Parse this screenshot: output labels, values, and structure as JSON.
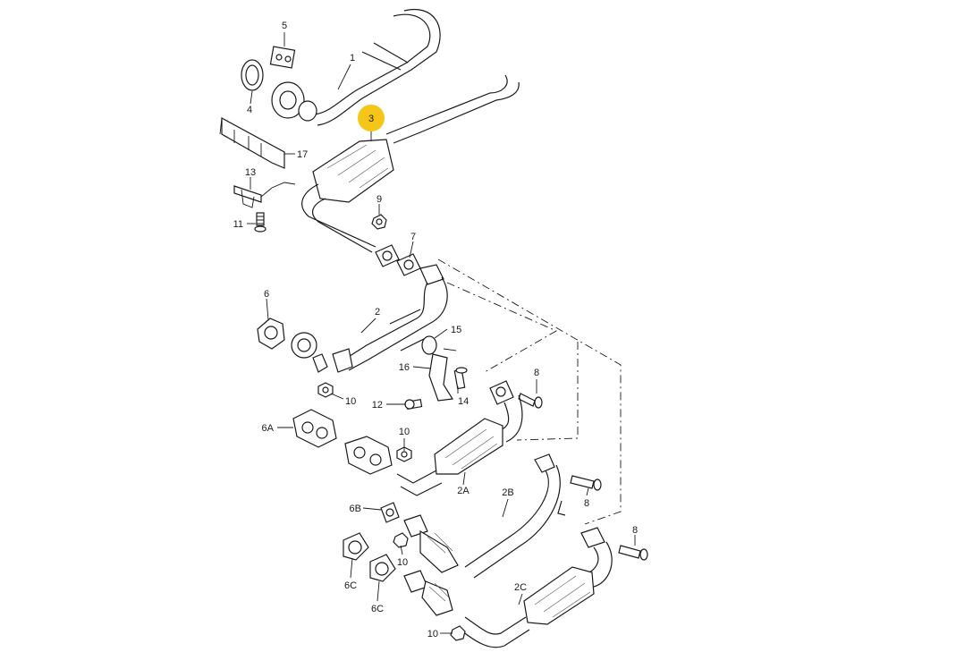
{
  "highlight": {
    "label": "3",
    "color": "#f5c518"
  },
  "callouts": [
    {
      "id": "c5",
      "label": "5"
    },
    {
      "id": "c1",
      "label": "1"
    },
    {
      "id": "c4",
      "label": "4"
    },
    {
      "id": "c17",
      "label": "17"
    },
    {
      "id": "c13",
      "label": "13"
    },
    {
      "id": "c11",
      "label": "11"
    },
    {
      "id": "c9",
      "label": "9"
    },
    {
      "id": "c7",
      "label": "7"
    },
    {
      "id": "c6",
      "label": "6"
    },
    {
      "id": "c2",
      "label": "2"
    },
    {
      "id": "c10a",
      "label": "10"
    },
    {
      "id": "c15",
      "label": "15"
    },
    {
      "id": "c16",
      "label": "16"
    },
    {
      "id": "c14",
      "label": "14"
    },
    {
      "id": "c12",
      "label": "12"
    },
    {
      "id": "c8a",
      "label": "8"
    },
    {
      "id": "c6A",
      "label": "6A"
    },
    {
      "id": "c10b",
      "label": "10"
    },
    {
      "id": "c2A",
      "label": "2A"
    },
    {
      "id": "c2B",
      "label": "2B"
    },
    {
      "id": "c8b",
      "label": "8"
    },
    {
      "id": "c6B",
      "label": "6B"
    },
    {
      "id": "c10c",
      "label": "10"
    },
    {
      "id": "c8c",
      "label": "8"
    },
    {
      "id": "c6C1",
      "label": "6C"
    },
    {
      "id": "c6C2",
      "label": "6C"
    },
    {
      "id": "c2C",
      "label": "2C"
    },
    {
      "id": "c10d",
      "label": "10"
    }
  ]
}
